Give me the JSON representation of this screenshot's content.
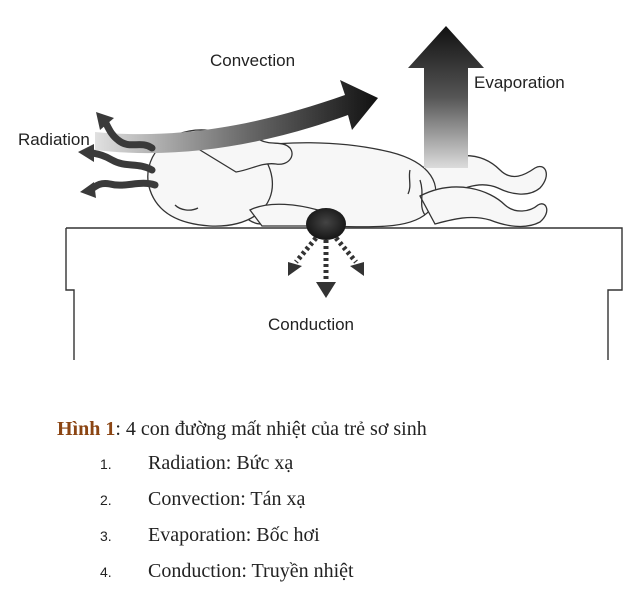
{
  "diagram": {
    "labels": {
      "convection": "Convection",
      "evaporation": "Evaporation",
      "radiation": "Radiation",
      "conduction": "Conduction"
    }
  },
  "caption": {
    "label": "Hình 1",
    "text": ": 4 con đường mất nhiệt của trẻ sơ sinh"
  },
  "list": [
    {
      "num": "1.",
      "text": "Radiation: Bức xạ"
    },
    {
      "num": "2.",
      "text": "Convection: Tán xạ"
    },
    {
      "num": "3.",
      "text": "Evaporation: Bốc hơi"
    },
    {
      "num": "4.",
      "text": "Conduction: Truyền nhiệt"
    }
  ]
}
